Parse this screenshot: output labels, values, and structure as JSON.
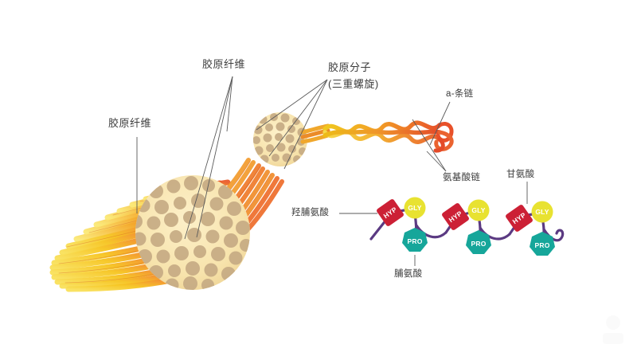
{
  "diagram": {
    "title_alt": "Collagen fiber structure diagram",
    "background_color": "#ffffff",
    "leader_line_color": "#5a5a5a",
    "label_color": "#3b3b3b"
  },
  "labels": {
    "fiber_left": "胶原纤维",
    "fiber_top": "胶原纤维",
    "molecule": "胶原分子",
    "molecule_sub": "(三重螺旋)",
    "alpha_chain": "a-条链",
    "amino_acid_chain": "氨基酸链",
    "glycine": "甘氨酸",
    "hydroxyproline": "羟脯氨酸",
    "proline": "脯氨酸"
  },
  "chain": {
    "residues": [
      {
        "code": "HYP",
        "shape": "diamond",
        "color": "#cc2035"
      },
      {
        "code": "GLY",
        "shape": "circle",
        "color": "#e8e231"
      },
      {
        "code": "PRO",
        "shape": "heptagon",
        "color": "#16a69a"
      },
      {
        "code": "HYP",
        "shape": "diamond",
        "color": "#cc2035"
      },
      {
        "code": "GLY",
        "shape": "circle",
        "color": "#e8e231"
      },
      {
        "code": "PRO",
        "shape": "heptagon",
        "color": "#16a69a"
      },
      {
        "code": "HYP",
        "shape": "diamond",
        "color": "#cc2035"
      },
      {
        "code": "GLY",
        "shape": "circle",
        "color": "#e8e231"
      },
      {
        "code": "PRO",
        "shape": "heptagon",
        "color": "#16a69a"
      }
    ],
    "backbone_color": "#5b3a82"
  },
  "colors": {
    "fiber_yellow": "#f6d21e",
    "fiber_orange": "#f28a1e",
    "fiber_red": "#e8512a",
    "bundle_fill": "#f7e6b8",
    "bundle_dot": "#c9b08c",
    "helix_yellow": "#f3c623",
    "helix_orange": "#f0922b",
    "helix_red": "#e8512a"
  }
}
